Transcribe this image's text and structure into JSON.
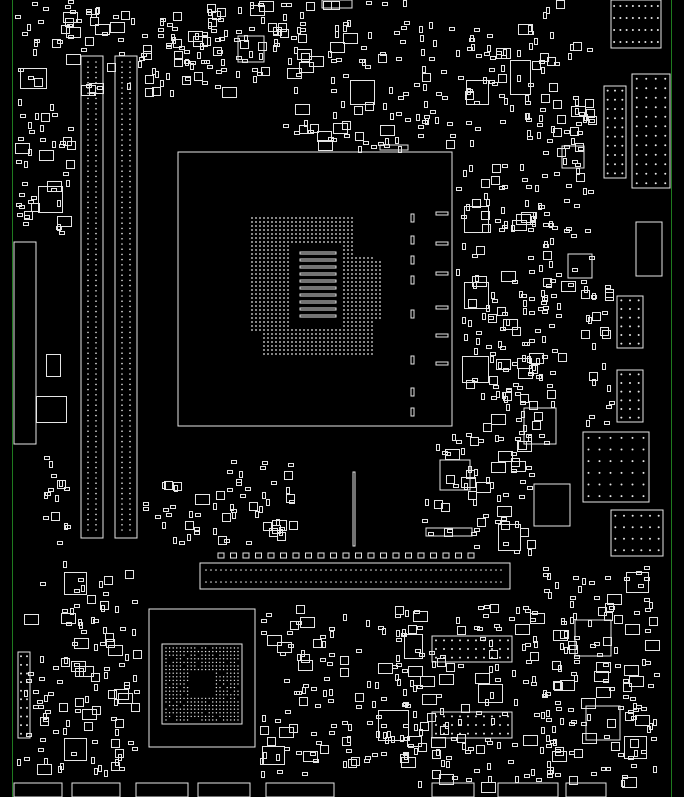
{
  "board": {
    "title": "",
    "background_color": "#000000",
    "outline_color": "#e6e6e6",
    "edge_color": "#1f7a1f"
  },
  "components": {
    "cpu_socket": "cpu-socket",
    "dimm_slots": 2,
    "pcie_slots": 1,
    "chipset": "bga-chipset",
    "io_headers": 6
  }
}
